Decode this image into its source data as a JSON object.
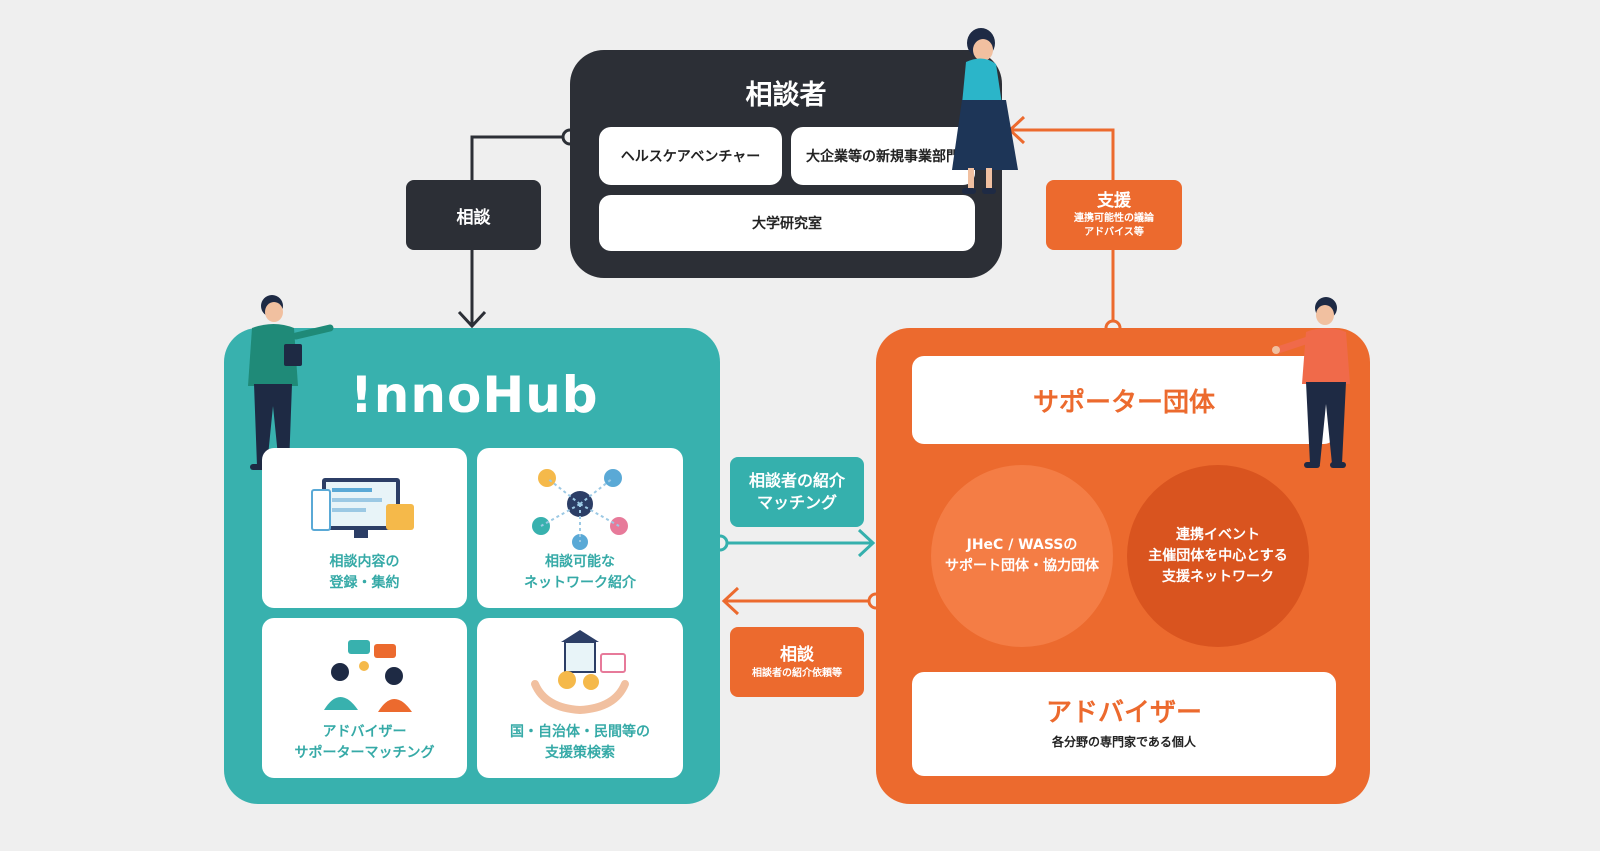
{
  "consultant": {
    "title": "相談者",
    "items": [
      "ヘルスケアベンチャー",
      "大企業等の新規事業部門",
      "大学研究室"
    ]
  },
  "labels": {
    "consult_top": "相談",
    "support_title": "支援",
    "support_sub1": "連携可能性の議論",
    "support_sub2": "アドバイス等",
    "intro_line1": "相談者の紹介",
    "intro_line2": "マッチング",
    "consult_mid_title": "相談",
    "consult_mid_sub": "相談者の紹介依頼等"
  },
  "innohub": {
    "logo": "!nnoHub",
    "cards": [
      {
        "line1": "相談内容の",
        "line2": "登録・集約"
      },
      {
        "line1": "相談可能な",
        "line2": "ネットワーク紹介"
      },
      {
        "line1": "アドバイザー",
        "line2": "サポーターマッチング"
      },
      {
        "line1": "国・自治体・民間等の",
        "line2": "支援策検索"
      }
    ]
  },
  "supporter": {
    "title": "サポーター団体",
    "circle1_line1": "JHeC / WASSの",
    "circle1_line2": "サポート団体・協力団体",
    "circle2_line1": "連携イベント",
    "circle2_line2": "主催団体を中心とする",
    "circle2_line3": "支援ネットワーク",
    "advisor_title": "アドバイザー",
    "advisor_sub": "各分野の専門家である個人"
  },
  "colors": {
    "dark": "#2c2f36",
    "teal": "#38b1ae",
    "orange": "#ec6a2e",
    "orange_dark": "#d9541f",
    "orange_light": "#f47d45"
  }
}
